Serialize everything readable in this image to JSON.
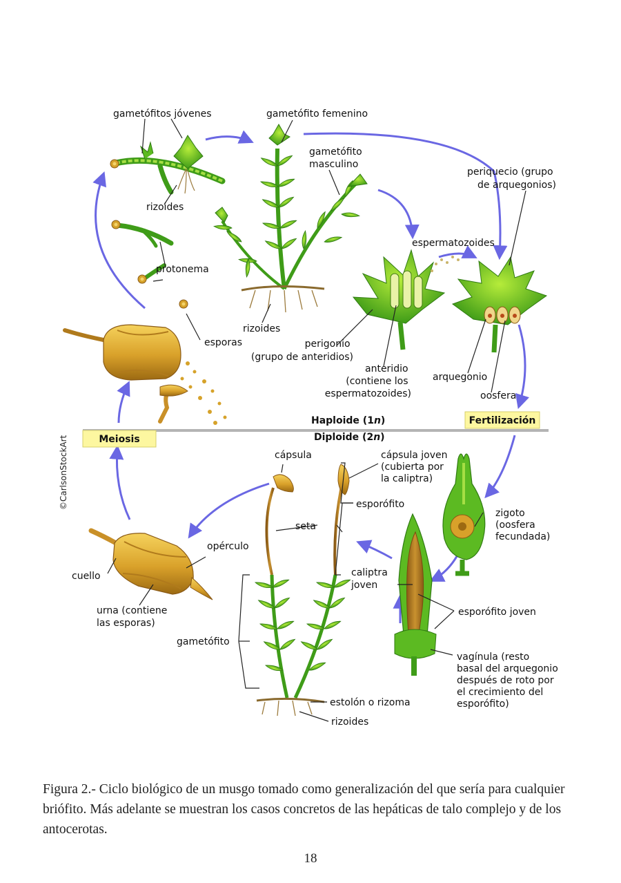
{
  "labels": {
    "gametofitos_jovenes": "gametófitos jóvenes",
    "gametofito_femenino": "gametófito femenino",
    "gametofito_masculino": [
      "gametófito",
      "masculino"
    ],
    "periquecio": [
      "periquecio (grupo",
      "de arquegonios)"
    ],
    "rizoides_top": "rizoides",
    "espermatozoides": "espermatozoides",
    "protonema": "protonema",
    "rizoides_mid": "rizoides",
    "esporas": "esporas",
    "perigonio": [
      "perigonio",
      "(grupo de anteridios)"
    ],
    "anteridio": [
      "anteridio",
      "(contiene los",
      "espermatozoides)"
    ],
    "arquegonio": "arquegonio",
    "oosfera": "oosfera",
    "capsula": "cápsula",
    "capsula_joven": [
      "cápsula joven",
      "(cubierta por",
      "la caliptra)"
    ],
    "esporofito": "esporófito",
    "seta": "seta",
    "operculo": "opérculo",
    "zigoto": [
      "zigoto",
      "(oosfera",
      "fecundada)"
    ],
    "cuello": "cuello",
    "caliptra_joven": [
      "caliptra",
      "joven"
    ],
    "urna": [
      "urna (contiene",
      "las esporas)"
    ],
    "esporofito_joven": "esporófito joven",
    "gametofito_bottom": "gametófito",
    "vaginula": [
      "vagínula (resto",
      "basal del arquegonio",
      "después de roto por",
      "el crecimiento del",
      "esporófito)"
    ],
    "estolon": "estolón o rizoma",
    "rizoides_bottom": "rizoides"
  },
  "phases": {
    "haploid_prefix": "Haploide (1",
    "haploid_n": "n",
    "haploid_suffix": ")",
    "diploid_prefix": "Diploide (2",
    "diploid_n": "n",
    "diploid_suffix": ")",
    "meiosis": "Meiosis",
    "fertilizacion": "Fertilización"
  },
  "copyright": "©CarlsonStockArt",
  "caption": "Figura 2.- Ciclo biológico de un musgo tomado como generalización del que sería para cualquier briófito. Más adelante se muestran los casos concretos de las hepáticas de talo complejo y de los antocerotas.",
  "page_number": "18",
  "colors": {
    "arrow": "#6a67e3",
    "label_highlight": "#fdf7a0",
    "divider": "#b4b4b4",
    "moss_green": "#4cae1e",
    "capsule_gold": "#d6a22a"
  }
}
